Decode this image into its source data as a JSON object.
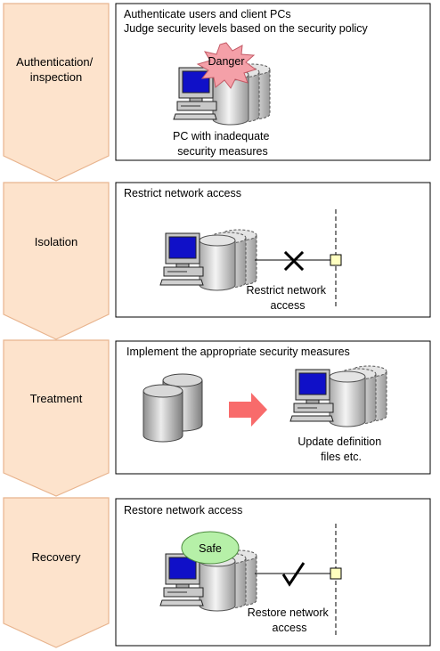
{
  "stages": [
    {
      "label_lines": [
        "Authentication/",
        "inspection"
      ],
      "panel_lines": [
        "Authenticate users and client PCs",
        "Judge security levels based on the security policy"
      ],
      "badge": "Danger",
      "caption_lines": [
        "PC with inadequate",
        "security measures"
      ]
    },
    {
      "label_lines": [
        "Isolation"
      ],
      "panel_lines": [
        "Restrict network access"
      ],
      "caption_lines": [
        "Restrict network",
        "access"
      ]
    },
    {
      "label_lines": [
        "Treatment"
      ],
      "panel_lines": [
        "Implement the appropriate security measures"
      ],
      "caption_lines": [
        "Update definition",
        "files etc."
      ]
    },
    {
      "label_lines": [
        "Recovery"
      ],
      "panel_lines": [
        "Restore network access"
      ],
      "badge": "Safe",
      "caption_lines": [
        "Restore network",
        "access"
      ]
    }
  ],
  "colors": {
    "chevron_fill": "#fde3cc",
    "chevron_stroke": "#e8b48e",
    "danger_fill": "#f4a0a8",
    "safe_fill": "#b6f0a8",
    "arrow_fill": "#f86b6b",
    "monitor_screen": "#1010c8",
    "connector_fill": "#ffffc0"
  },
  "icons": {
    "pc": "pc-with-server-icon",
    "cylinder": "database-cylinder-icon",
    "blocked": "x-mark-icon",
    "allowed": "check-mark-icon",
    "arrow": "right-arrow-icon"
  }
}
